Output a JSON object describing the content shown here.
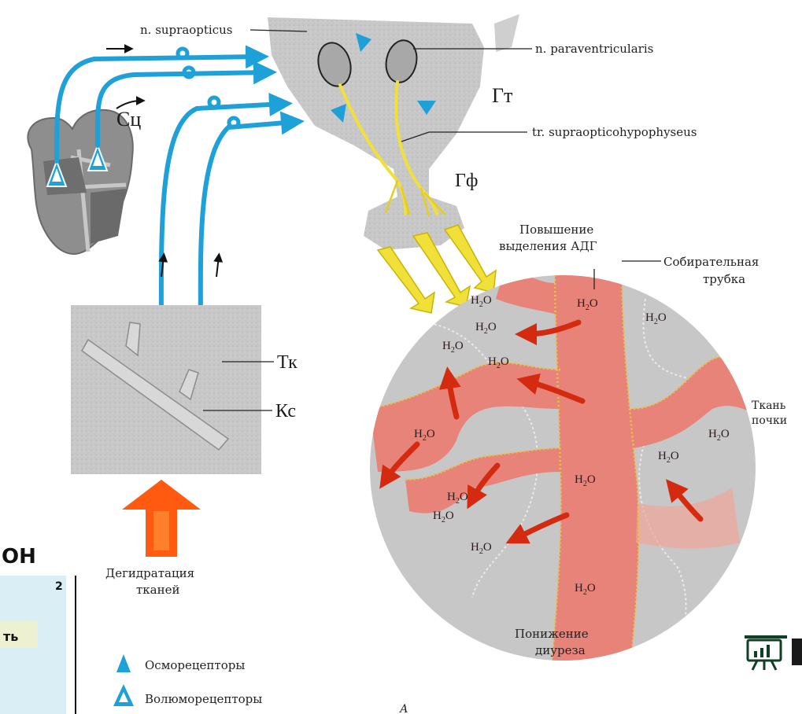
{
  "labels": {
    "supraopticus": "n. supraopticus",
    "paraventricularis": "n. paraventricularis",
    "tract": "tr. supraopticohypophyseus",
    "gt": "Гт",
    "gf": "Гф",
    "sc": "Сц",
    "tk": "Тк",
    "ks": "Кс",
    "adh_increase_l1": "Повышение",
    "adh_increase_l2": "выделения АДГ",
    "collecting_l1": "Собирательная",
    "collecting_l2": "трубка",
    "kidney_l1": "Ткань",
    "kidney_l2": "почки",
    "diuresis_l1": "Понижение",
    "diuresis_l2": "диуреза",
    "dehydration_l1": "Дегидратация",
    "dehydration_l2": "тканей",
    "h2o": "H",
    "h2o_sub": "2",
    "h2o_tail": "O",
    "figure_letter": "А"
  },
  "legend": {
    "osmo": "Осморецепторы",
    "volumo": "Волюморецепторы"
  },
  "overlay": {
    "heading_fragment": "ОН",
    "number": "2",
    "text_fragment": "ть"
  },
  "colors": {
    "nerve_blue": "#1ea0d8",
    "tract_yellow": "#f2e03a",
    "vessel_red": "#e8837a",
    "tissue_gray": "#c9c9c9",
    "arrow_orange": "#ff5a10"
  },
  "icons": [
    "osmoreceptor-icon",
    "volumoreceptor-icon",
    "presentation-chart-icon"
  ]
}
